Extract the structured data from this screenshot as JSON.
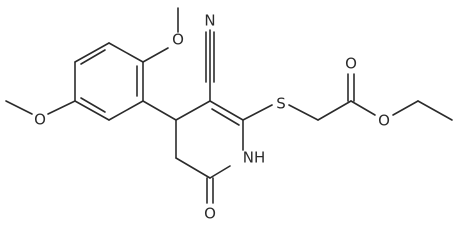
{
  "atom_labels": {
    "o_methoxy_top": "O",
    "o_methoxy_left": "O",
    "n_nitrile": "N",
    "s_thioether": "S",
    "o_ester_carbonyl": "O",
    "o_ester_single": "O",
    "nh_ring": "NH",
    "o_lactam": "O"
  },
  "colors": {
    "bond": "#2b2b2b",
    "text": "#2b2b2b",
    "background": "#ffffff"
  }
}
